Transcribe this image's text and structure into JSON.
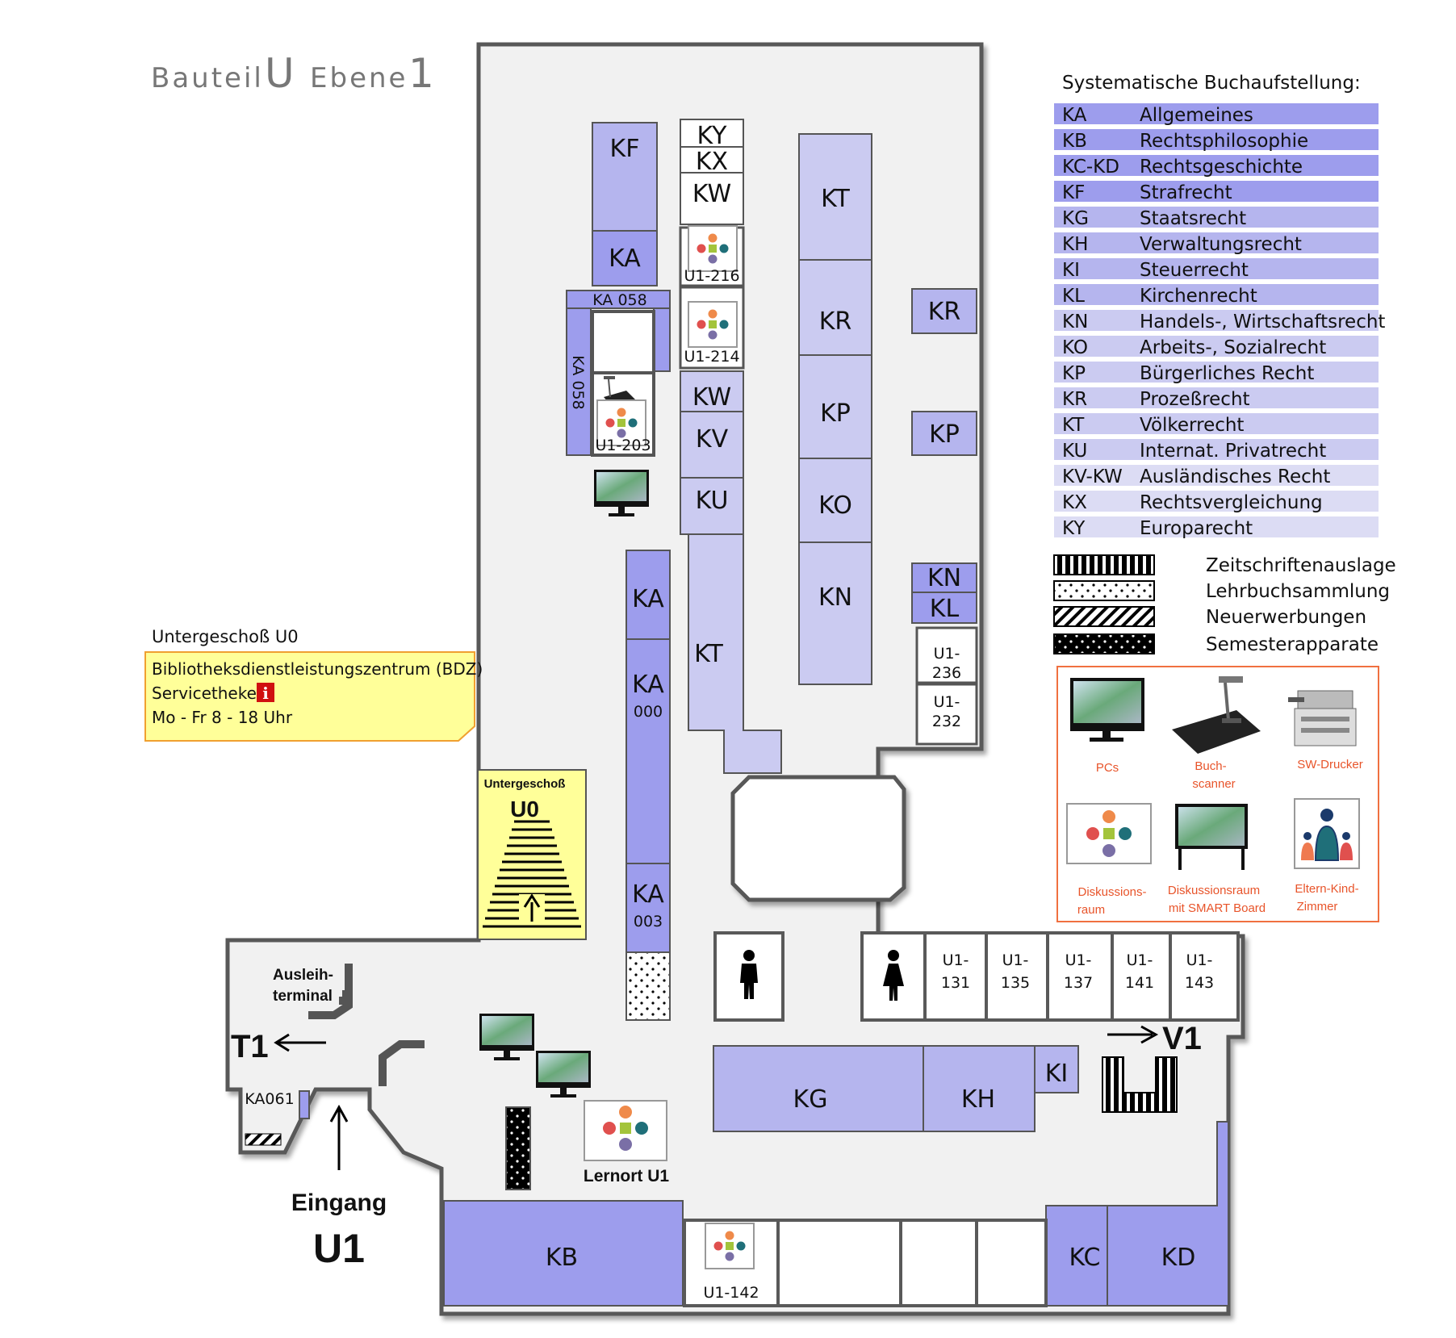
{
  "title": {
    "prefix": "Bauteil",
    "building": "U",
    "level_label": "Ebene",
    "level": "1"
  },
  "colors": {
    "wall": "#595959",
    "floor": "#f1f1f1",
    "shelf_dark": "#9d9ded",
    "shelf_mid": "#b5b5ee",
    "shelf_light": "#cbcbf1",
    "note_bg": "#ffff99",
    "note_border": "#f0a030",
    "icons_border": "#f07040",
    "caption": "#e8542a",
    "info_red": "#d01010"
  },
  "shelves": {
    "kf": "KF",
    "ka_top": "KA",
    "ky": "KY",
    "kx": "KX",
    "kw_top": "KW",
    "kt_right": "KT",
    "kr_center": "KR",
    "kp_center": "KP",
    "ko": "KO",
    "kn_center": "KN",
    "kr_small": "KR",
    "kp_small": "KP",
    "kn_small": "KN",
    "kl_small": "KL",
    "kw_mid": "KW",
    "kv": "KV",
    "ku": "KU",
    "kt_left": "KT",
    "ka_col": "KA",
    "ka_col2": "KA",
    "ka_col2_num": "000",
    "ka_col3": "KA",
    "ka_col3_num": "003",
    "ka058_top": "KA 058",
    "ka058_side": "KA 058",
    "ka061": "KA061",
    "kg": "KG",
    "kh": "KH",
    "ki": "KI",
    "kb": "KB",
    "kc": "KC",
    "kd": "KD"
  },
  "rooms": {
    "u1_216": "U1-216",
    "u1_214": "U1-214",
    "u1_203": "U1-203",
    "u1_236_a": "U1-",
    "u1_236_b": "236",
    "u1_232_a": "U1-",
    "u1_232_b": "232",
    "u1_131_a": "U1-",
    "u1_131_b": "131",
    "u1_135_a": "U1-",
    "u1_135_b": "135",
    "u1_137_a": "U1-",
    "u1_137_b": "137",
    "u1_141_a": "U1-",
    "u1_141_b": "141",
    "u1_143_a": "U1-",
    "u1_143_b": "143",
    "u1_142": "U1-142"
  },
  "labels": {
    "ausleih_1": "Ausleih-",
    "ausleih_2": "terminal",
    "t1": "T1",
    "v1": "V1",
    "eingang": "Eingang",
    "eingang_u1": "U1",
    "lernort": "Lernort U1",
    "stairs_small": "Untergeschoß",
    "stairs_big": "U0"
  },
  "note": {
    "heading": "Untergeschoß U0",
    "line1": "Bibliotheksdienstleistungszentrum (BDZ)",
    "line2": "Servicetheke",
    "line3": "Mo - Fr 8 - 18 Uhr",
    "info_glyph": "i"
  },
  "legend": {
    "heading": "Systematische Buchaufstellung:",
    "rows": [
      {
        "code": "KA",
        "name": "Allgemeines"
      },
      {
        "code": "KB",
        "name": "Rechtsphilosophie"
      },
      {
        "code": "KC-KD",
        "name": "Rechtsgeschichte"
      },
      {
        "code": "KF",
        "name": "Strafrecht"
      },
      {
        "code": "KG",
        "name": "Staatsrecht"
      },
      {
        "code": "KH",
        "name": "Verwaltungsrecht"
      },
      {
        "code": "KI",
        "name": "Steuerrecht"
      },
      {
        "code": "KL",
        "name": "Kirchenrecht"
      },
      {
        "code": "KN",
        "name": "Handels-, Wirtschaftsrecht"
      },
      {
        "code": "KO",
        "name": "Arbeits-, Sozialrecht"
      },
      {
        "code": "KP",
        "name": "Bürgerliches Recht"
      },
      {
        "code": "KR",
        "name": "Prozeßrecht"
      },
      {
        "code": "KT",
        "name": "Völkerrecht"
      },
      {
        "code": "KU",
        "name": "Internat. Privatrecht"
      },
      {
        "code": "KV-KW",
        "name": "Ausländisches Recht"
      },
      {
        "code": "KX",
        "name": "Rechtsvergleichung"
      },
      {
        "code": "KY",
        "name": "Europarecht"
      }
    ]
  },
  "symbols": {
    "zeitschriften": "Zeitschriftenauslage",
    "lehrbuch": "Lehrbuchsammlung",
    "neuerwerbungen": "Neuerwerbungen",
    "semester": "Semesterapparate"
  },
  "icons": {
    "pcs": "PCs",
    "scanner_1": "Buch-",
    "scanner_2": "scanner",
    "drucker": "SW-Drucker",
    "disk_1": "Diskussions-",
    "disk_2": "raum",
    "smart_1": "Diskussionsraum",
    "smart_2": "mit SMART Board",
    "eltern_1": "Eltern-Kind-",
    "eltern_2": "Zimmer",
    "icon_names": [
      "monitor-icon",
      "book-scanner-icon",
      "printer-icon",
      "discussion-room-icon",
      "smart-board-icon",
      "parent-child-icon"
    ]
  }
}
